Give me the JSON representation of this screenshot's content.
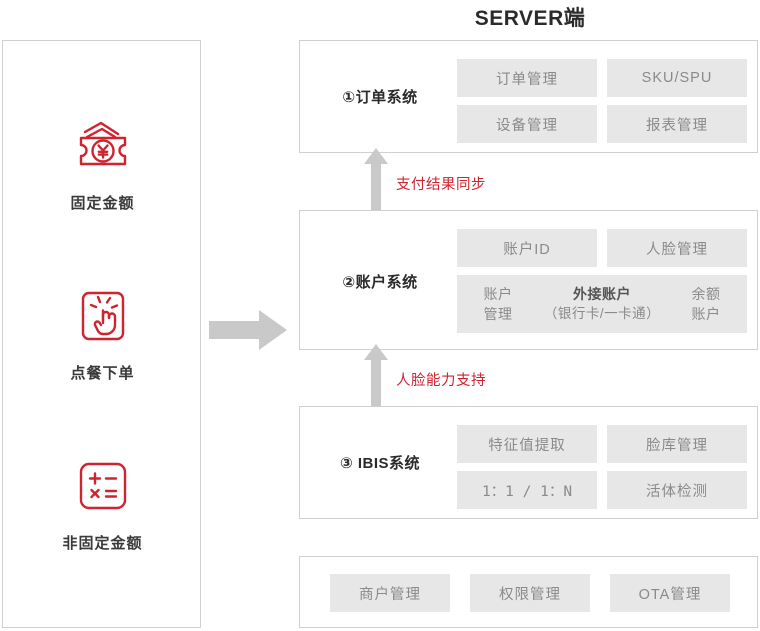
{
  "header": {
    "title": "SERVER端"
  },
  "colors": {
    "accent_red": "#cf2430",
    "tag_bg": "#e7e7e7",
    "tag_text": "#8a8a8a",
    "border": "#d0d0d0",
    "arrow_gray": "#c9c9c9"
  },
  "left_panel": {
    "items": [
      {
        "icon": "banknote-yen-icon",
        "label": "固定金额"
      },
      {
        "icon": "tap-order-icon",
        "label": "点餐下单"
      },
      {
        "icon": "calculator-icon",
        "label": "非固定金额"
      }
    ]
  },
  "flow_arrows": {
    "main": "arrow-right-icon",
    "connectors": [
      {
        "icon": "arrow-up-icon",
        "label": "支付结果同步"
      },
      {
        "icon": "arrow-up-icon",
        "label": "人脸能力支持"
      }
    ]
  },
  "systems": [
    {
      "label": "①订单系统",
      "tags": [
        "订单管理",
        "SKU/SPU",
        "设备管理",
        "报表管理"
      ]
    },
    {
      "label": "②账户系统",
      "tags": [
        "账户ID",
        "人脸管理"
      ],
      "account_row": {
        "left": "账户\n管理",
        "left_line1": "账户",
        "left_line2": "管理",
        "mid_title": "外接账户",
        "mid_sub": "（银行卡/一卡通）",
        "right_line1": "余额",
        "right_line2": "账户"
      }
    },
    {
      "label": "③ IBIS系统",
      "tags": [
        "特征值提取",
        "脸库管理",
        "1：1 / 1：N",
        "活体检测"
      ]
    },
    {
      "label": "",
      "tags": [
        "商户管理",
        "权限管理",
        "OTA管理"
      ]
    }
  ]
}
